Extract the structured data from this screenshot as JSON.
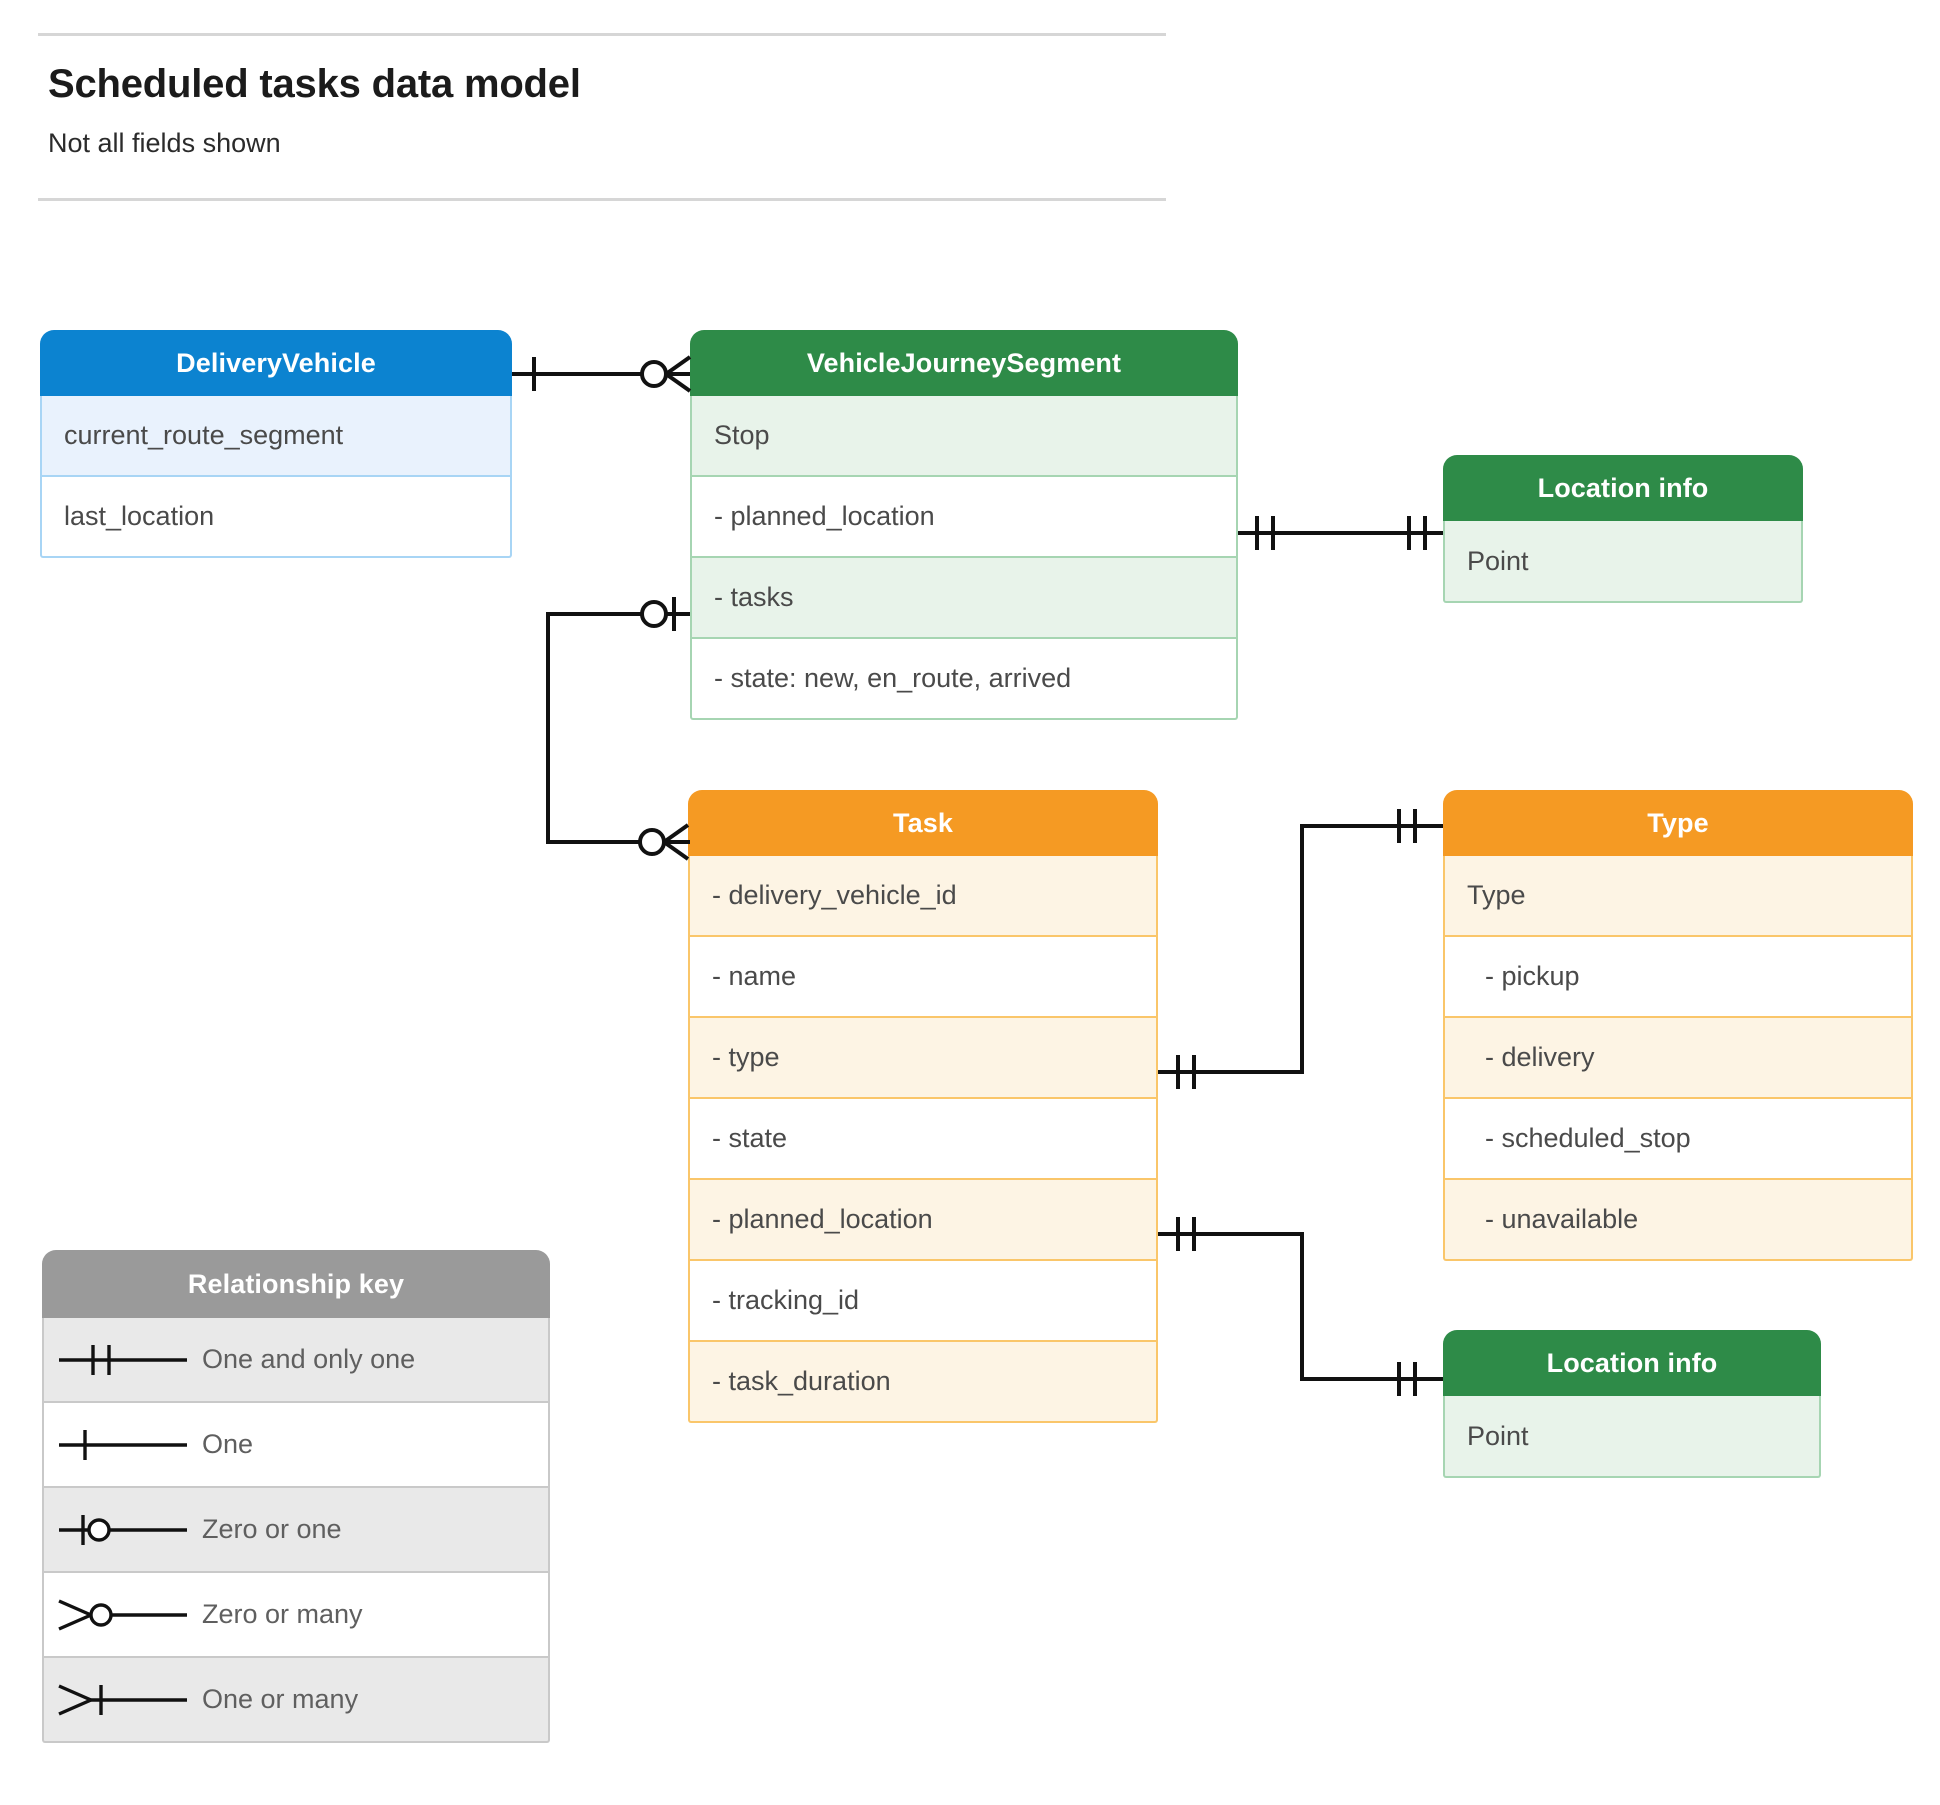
{
  "header": {
    "title": "Scheduled tasks data model",
    "subtitle": "Not all fields shown"
  },
  "colors": {
    "blue_header": "#0c83d0",
    "blue_row": "#e9f2fd",
    "blue_border": "#a8d5f5",
    "green_header": "#2e8b48",
    "green_row": "#e8f3ea",
    "green_border": "#a6d5b2",
    "orange_header": "#f59a23",
    "orange_row": "#fdf4e4",
    "orange_border": "#fac66a",
    "grey_header": "#9a9a9a",
    "grey_row": "#e9e9e9",
    "grey_border": "#c9c9c9",
    "line": "#111111",
    "text": "#4a4a4a"
  },
  "entities": {
    "delivery_vehicle": {
      "title": "DeliveryVehicle",
      "rows": [
        "current_route_segment",
        "last_location"
      ]
    },
    "vehicle_journey_segment": {
      "title": "VehicleJourneySegment",
      "rows": [
        "Stop",
        "-  planned_location",
        "- tasks",
        "- state: new, en_route, arrived"
      ]
    },
    "location_info_top": {
      "title": "Location info",
      "rows": [
        "Point"
      ]
    },
    "location_info_bottom": {
      "title": "Location info",
      "rows": [
        "Point"
      ]
    },
    "task": {
      "title": "Task",
      "rows": [
        "- delivery_vehicle_id",
        "- name",
        "- type",
        "- state",
        "- planned_location",
        "- tracking_id",
        "- task_duration"
      ]
    },
    "type": {
      "title": "Type",
      "rows": [
        "Type",
        "-   pickup",
        "-   delivery",
        "-   scheduled_stop",
        "-   unavailable"
      ]
    }
  },
  "legend": {
    "title": "Relationship key",
    "items": [
      {
        "symbol": "one-and-only-one",
        "label": "One and only one"
      },
      {
        "symbol": "one",
        "label": "One"
      },
      {
        "symbol": "zero-or-one",
        "label": "Zero or one"
      },
      {
        "symbol": "zero-or-many",
        "label": "Zero or many"
      },
      {
        "symbol": "one-or-many",
        "label": "One or many"
      }
    ]
  },
  "relationships": [
    {
      "from": "DeliveryVehicle",
      "from_card": "one",
      "to": "VehicleJourneySegment",
      "to_card": "zero-or-many"
    },
    {
      "from": "VehicleJourneySegment.tasks",
      "from_card": "zero-or-one",
      "to": "Task",
      "to_card": "zero-or-many"
    },
    {
      "from": "VehicleJourneySegment.planned_location",
      "from_card": "one-and-only-one",
      "to": "Location info",
      "to_card": "one-and-only-one"
    },
    {
      "from": "Task.type",
      "from_card": "one-and-only-one",
      "to": "Type",
      "to_card": "one-and-only-one"
    },
    {
      "from": "Task.planned_location",
      "from_card": "one-and-only-one",
      "to": "Location info",
      "to_card": "one-and-only-one"
    }
  ]
}
